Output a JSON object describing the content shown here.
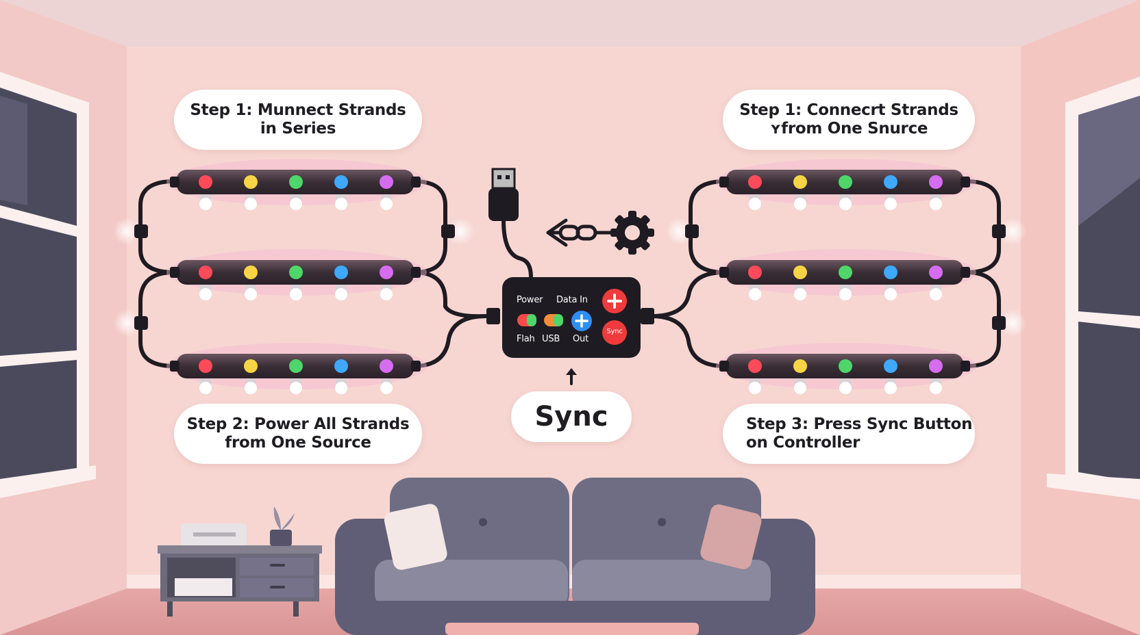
{
  "steps": {
    "top_left": {
      "line1": "Step 1: Munnect Strands",
      "line2": "in Series"
    },
    "top_right": {
      "line1": "Step 1: Connecrt Strands",
      "line2": "ʏfrom One Snurce"
    },
    "bottom_left": {
      "line1": "Step 2: Power All Strands",
      "line2": "from One Source"
    },
    "bottom_right": {
      "line1": "Step 3: Press Sync Button",
      "line2": "on Controller"
    }
  },
  "sync_label": "Sync",
  "controller": {
    "label_power": "Power",
    "label_data_in": "Data In",
    "label_flash": "Flah",
    "label_usb": "USB",
    "label_out": "Out",
    "sync_button_text": "Sync"
  },
  "colors": {
    "wall": "#f7d6d2",
    "ceiling": "#ead2d0",
    "controller": "#1e1b22",
    "sofa": "#6b6a80",
    "bulb_red": "#ff4a5a",
    "bulb_yellow": "#f6d445",
    "bulb_green": "#4fd66a",
    "bulb_blue": "#3fa8ff",
    "bulb_purple": "#d66cf0",
    "button_red": "#ef3b3b",
    "button_blue": "#2f8ef2"
  },
  "icons": [
    "usb-plug-icon",
    "chain-link-icon",
    "gear-icon",
    "up-arrow-icon",
    "plant-icon"
  ]
}
